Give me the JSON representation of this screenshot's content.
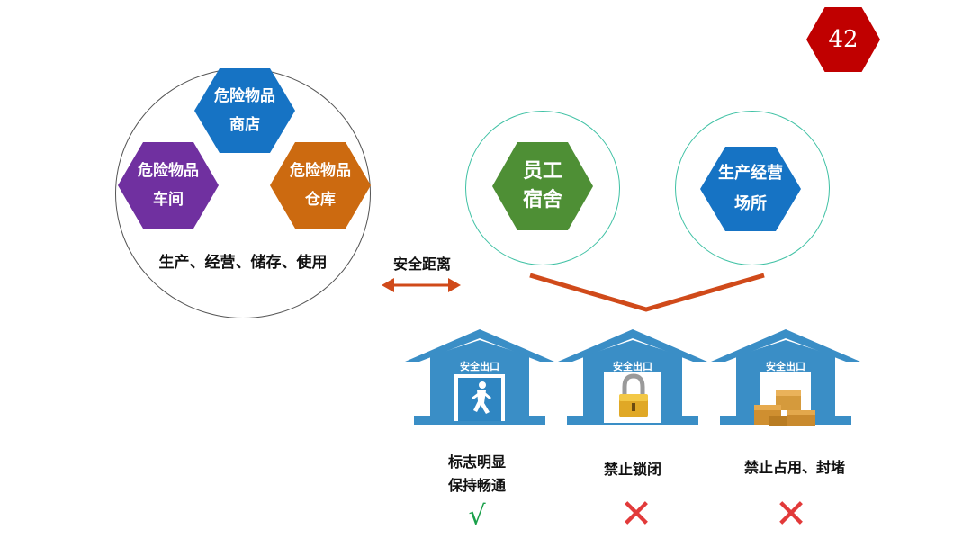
{
  "page_number": "42",
  "left_group": {
    "hex_store": [
      "危险物品",
      "商店"
    ],
    "hex_workshop": [
      "危险物品",
      "车间"
    ],
    "hex_warehouse": [
      "危险物品",
      "仓库"
    ],
    "caption": "生产、经营、储存、使用"
  },
  "distance_label": "安全距离",
  "dorm": [
    "员工",
    "宿舍"
  ],
  "business": [
    "生产经营",
    "场所"
  ],
  "houses": [
    {
      "sign": "安全出口",
      "caption_line1": "标志明显",
      "caption_line2": "保持畅通",
      "verdict": "√",
      "icon": "running-man-icon"
    },
    {
      "sign": "安全出口",
      "caption_line1": "禁止锁闭",
      "caption_line2": "",
      "verdict": "✕",
      "icon": "padlock-icon"
    },
    {
      "sign": "安全出口",
      "caption_line1": "禁止占用、封堵",
      "caption_line2": "",
      "verdict": "✕",
      "icon": "boxes-icon"
    }
  ],
  "colors": {
    "blue": "#1673c4",
    "purple": "#7030a0",
    "orange": "#cc6a10",
    "green": "#4e8f35",
    "red_badge": "#c00000",
    "arrow": "#d04a1a",
    "house": "#3a8ec6",
    "check": "#1aa04a",
    "cross": "#e23a3a"
  }
}
